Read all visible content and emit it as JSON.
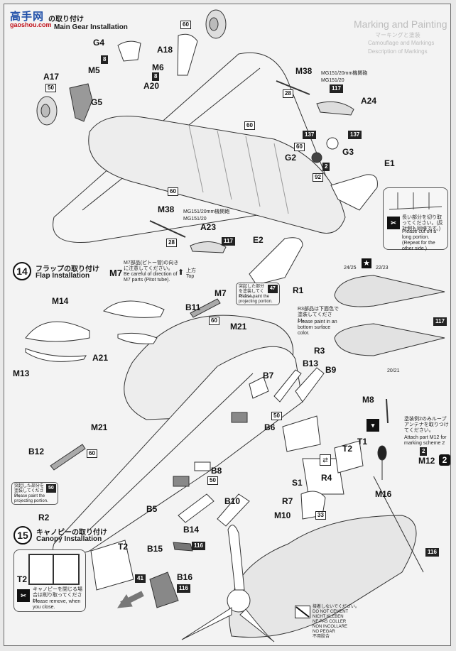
{
  "watermark": {
    "logo_text": "高手网",
    "sub_text": "gaoshou.com"
  },
  "step13": {
    "title_jp": "の取り付け",
    "title_en": "Main Gear Installation"
  },
  "ghost_header": {
    "title": "Marking and Painting",
    "line1": "マーキングと塗装",
    "line2": "Camouflage and Markings",
    "line3": "Description of Markings"
  },
  "parts": {
    "G4": "G4",
    "A18": "A18",
    "M5": "M5",
    "M6": "M6",
    "A20": "A20",
    "A17": "A17",
    "G5": "G5",
    "M38_top": "M38",
    "A24": "A24",
    "G2": "G2",
    "G3": "G3",
    "E1": "E1",
    "M38_mid": "M38",
    "A23": "A23",
    "E2": "E2",
    "M7": "M7",
    "R1": "R1",
    "M14": "M14",
    "B11": "B11",
    "M21_top": "M21",
    "R3": "R3",
    "A21": "A21",
    "M13": "M13",
    "B7": "B7",
    "B13": "B13",
    "B9": "B9",
    "B6": "B6",
    "M21_low": "M21",
    "B12": "B12",
    "B8": "B8",
    "B5": "B5",
    "B10": "B10",
    "B14": "B14",
    "R2": "R2",
    "M8": "M8",
    "T1": "T1",
    "T2_right": "T2",
    "S1": "S1",
    "R4": "R4",
    "M16": "M16",
    "R7": "R7",
    "M10": "M10",
    "M12": "M12",
    "T2_canopy": "T2",
    "B15": "B15",
    "B16": "B16",
    "T2_callout": "T2"
  },
  "paint_codes": {
    "c60_wheel": "60",
    "c8_m5": "8",
    "c8_m6": "8",
    "c50_a17": "50",
    "c60_wing": "60",
    "c60_wing2": "60",
    "c28_top": "28",
    "c117_top": "117",
    "c137_a": "137",
    "c137_b": "137",
    "c60_g2": "60",
    "c2_g2": "2",
    "c92": "92",
    "c28_mid": "28",
    "c117_mid": "117",
    "c47": "47",
    "c60_b11": "60",
    "c50_b6": "50",
    "c117_decal": "117",
    "c60_b12": "60",
    "c50_b8": "50",
    "c50_r2": "50",
    "c2_m12": "2",
    "c33": "33",
    "c116_b15": "116",
    "c116_b16": "116",
    "c41": "41",
    "c116_fuse": "116"
  },
  "gun_note": {
    "jp": "MG151/20mm機関砲",
    "en": "MG151/20"
  },
  "cut_note": {
    "jp": "長い部分を切り取ってください。(反対側も同様です。)",
    "en": "Please cut off a long portion. (Repeat for the other side.)"
  },
  "decals": {
    "d24_25": "24/25",
    "d22_23": "22/23",
    "d20_21": "20/21"
  },
  "step14": {
    "number": "14",
    "title_jp": "フラップの取り付け",
    "title_en": "Flap Installation"
  },
  "m7_note": {
    "jp": "M7部品(ピトー管)の向きに注意してください。",
    "en": "Be careful of direction of M7 parts (Pitot tube)."
  },
  "top_arrow": {
    "jp": "上方",
    "en": "Top"
  },
  "paint_proj_top": {
    "jp": "突起した部分を塗装してください。",
    "en": "Please paint the projecting portion."
  },
  "r3_note": {
    "jp": "R3部品は下面色で塗装してください。",
    "en": "Please paint in an bottom surface color."
  },
  "paint_proj_low": {
    "jp": "突起した部分を塗装してください。",
    "en": "Please paint the projecting portion."
  },
  "m12_note": {
    "jp": "塗装例2のみループアンテナを取りつけてください。",
    "en": "Attach part M12 for marking scheme 2"
  },
  "scheme_badge": "2",
  "step15": {
    "number": "15",
    "title_jp": "キャノピーの取り付け",
    "title_en": "Canopy Installation"
  },
  "canopy_note": {
    "jp": "キャノピーを閉じる場合は削り取ってください。",
    "en": "Please remove, when you close."
  },
  "no_cement": {
    "jp": "接着しないでください。",
    "lines": [
      "DO NOT CEMENT",
      "NICHT KLEBEN",
      "NE PAS COLLER",
      "NON INCOLLARE",
      "NO PEGAR",
      "不用胶合"
    ]
  }
}
